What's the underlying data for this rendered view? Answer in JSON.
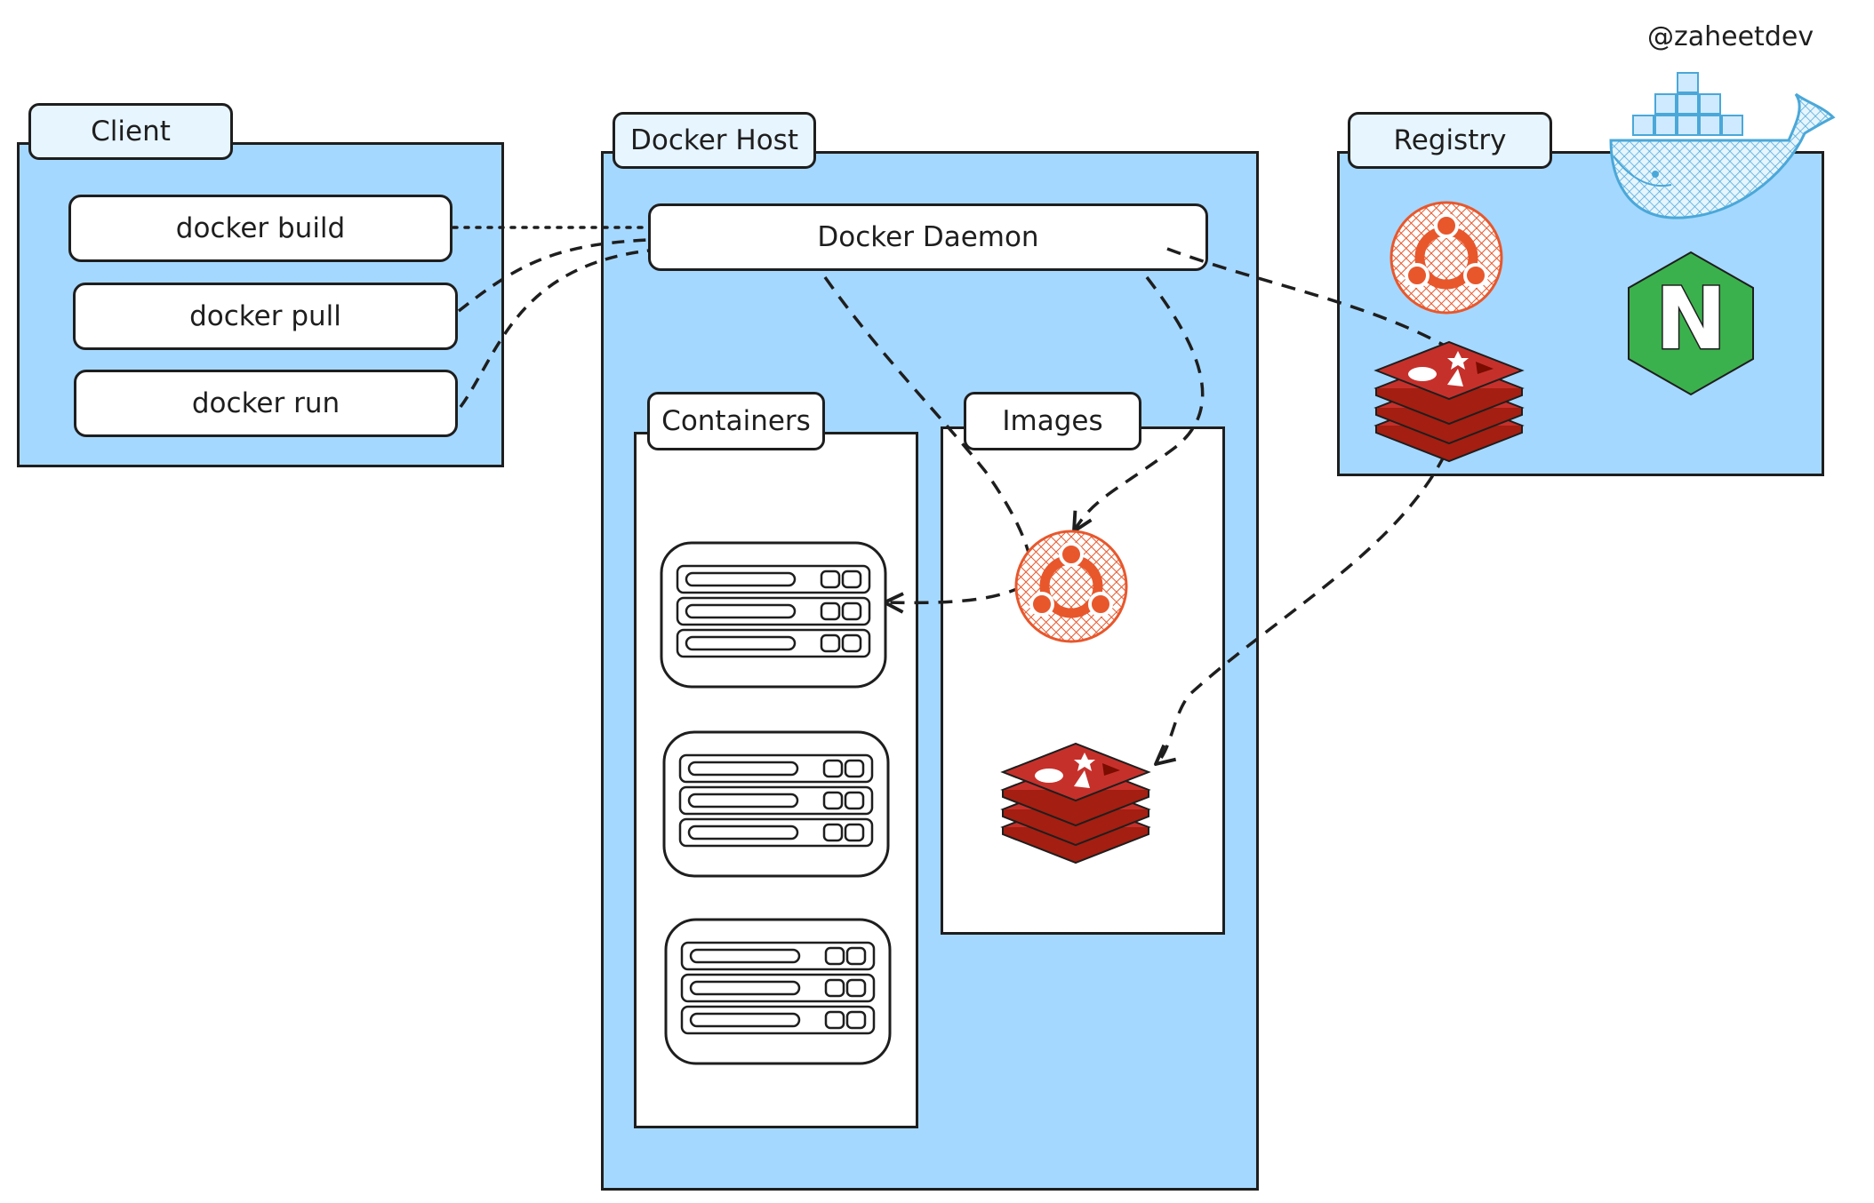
{
  "handle": "@zaheetdev",
  "client": {
    "title": "Client",
    "commands": [
      "docker build",
      "docker pull",
      "docker run"
    ]
  },
  "docker_host": {
    "title": "Docker Host",
    "daemon": "Docker Daemon",
    "containers_label": "Containers",
    "images_label": "Images"
  },
  "registry": {
    "title": "Registry",
    "nginx_letter": "N"
  },
  "colors": {
    "panel_blue": "#a5d8ff",
    "tab_blue": "#e7f5ff",
    "ubuntu_orange": "#e8572c",
    "redis_red": "#c6302b",
    "nginx_green": "#3bb14d",
    "docker_whale": "#2496ed"
  },
  "icons": [
    "ubuntu-logo-icon",
    "redis-logo-icon",
    "nginx-logo-icon",
    "docker-whale-icon",
    "server-rack-icon"
  ]
}
